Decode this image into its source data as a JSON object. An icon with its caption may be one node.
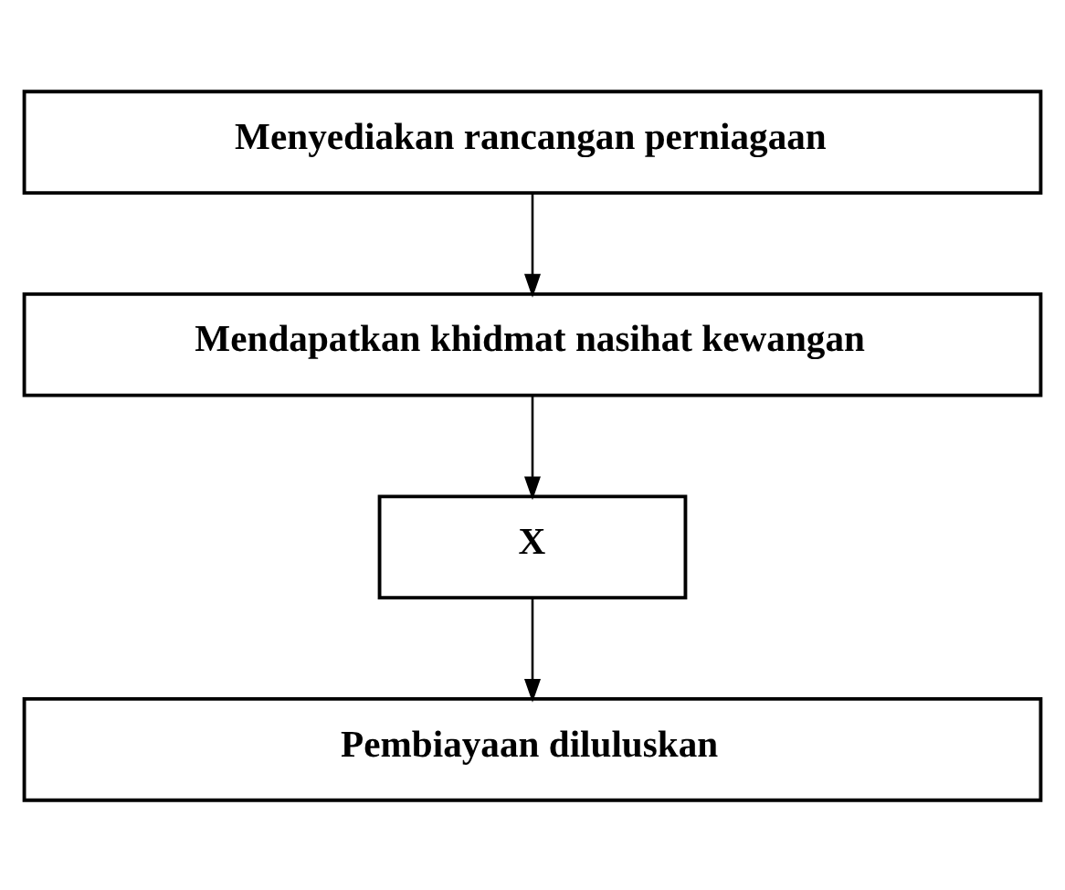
{
  "diagram": {
    "nodes": [
      {
        "text": [
          "Menyediakan rancangan perniagaan"
        ]
      },
      {
        "text": [
          "Mendapatkan khidmat nasihat kewangan"
        ]
      },
      {
        "text": [
          "X"
        ]
      },
      {
        "text": [
          "Pembiayaan diluluskan"
        ]
      }
    ],
    "edges": [
      {
        "from": 0,
        "to": 1,
        "arrow": "to"
      },
      {
        "from": 1,
        "to": 2,
        "arrow": "to"
      },
      {
        "from": 2,
        "to": 3,
        "arrow": "to"
      }
    ]
  }
}
